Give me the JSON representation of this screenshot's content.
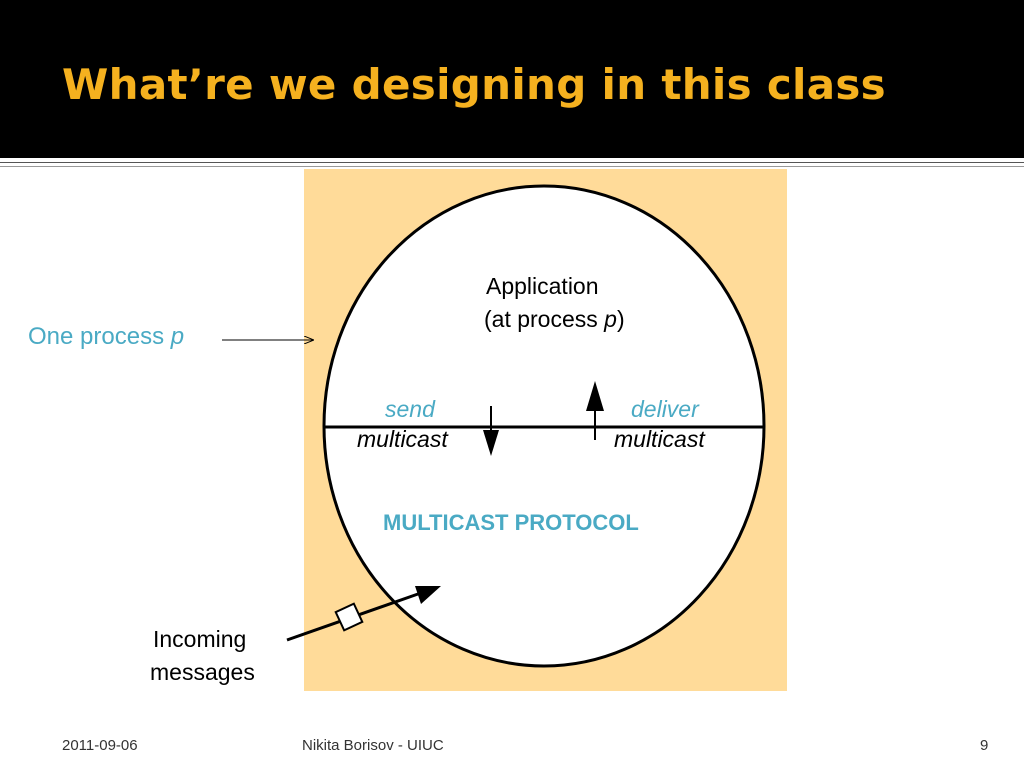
{
  "slide": {
    "title": "What’re we designing in this class"
  },
  "diagram": {
    "process_label": "One process",
    "process_var": "p",
    "app_line1": "Application",
    "app_line2_prefix": "(at process ",
    "app_line2_var": "p",
    "app_line2_suffix": ")",
    "send_line1": "send",
    "send_line2": "multicast",
    "deliver_line1": "deliver",
    "deliver_line2": "multicast",
    "protocol_label": "MULTICAST PROTOCOL",
    "incoming_line1": "Incoming",
    "incoming_line2": "messages",
    "colors": {
      "panel_fill": "#ffdb99",
      "accent_blue": "#4aaac4",
      "title_gold": "#f5b11f"
    }
  },
  "footer": {
    "date": "2011-09-06",
    "author": "Nikita Borisov - UIUC",
    "page_number": "9"
  }
}
